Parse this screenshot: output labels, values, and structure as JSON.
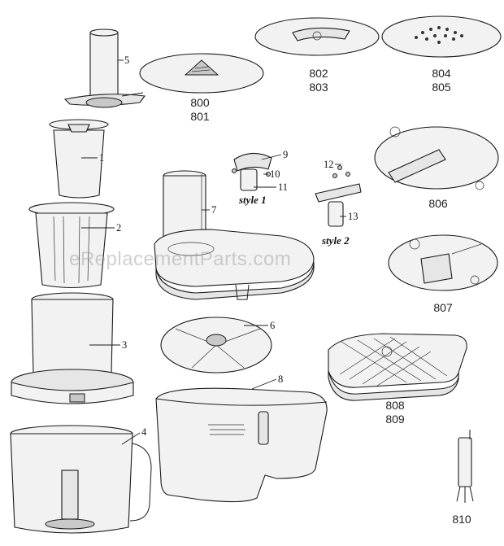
{
  "watermark": "eReplacementParts.com",
  "callouts": {
    "n1": "1",
    "n2": "2",
    "n3": "3",
    "n4": "4",
    "n5": "5",
    "n6": "6",
    "n7": "7",
    "n8": "8",
    "n9": "9",
    "n10": "10",
    "n11": "11",
    "n12": "12",
    "n13": "13"
  },
  "style_labels": {
    "style1": "style 1",
    "style2": "style 2"
  },
  "part_codes": {
    "c800": "800",
    "c801": "801",
    "c802": "802",
    "c803": "803",
    "c804": "804",
    "c805": "805",
    "c806": "806",
    "c807": "807",
    "c808": "808",
    "c809": "809",
    "c810": "810"
  }
}
